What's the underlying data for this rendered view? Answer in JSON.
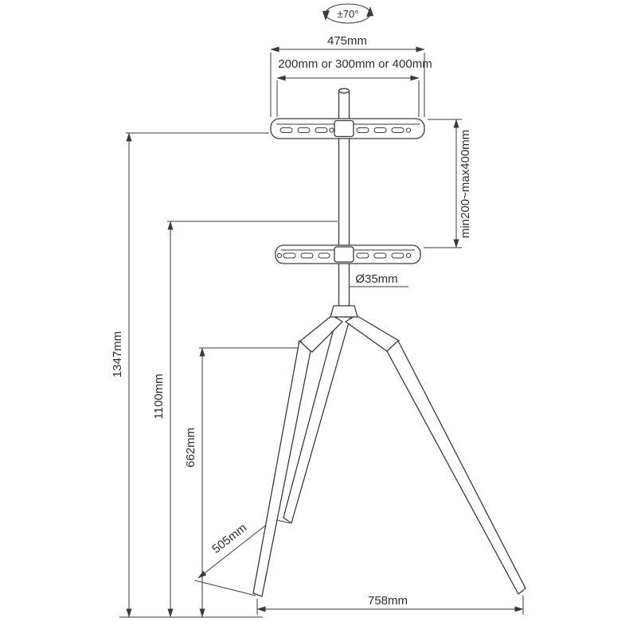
{
  "page": {
    "title": "Tripod easel TV floor stand dimension drawing",
    "background": "#ffffff",
    "line_color": "#3a3a3a"
  },
  "dimensions": {
    "swivel_angle": "±70°",
    "top_bracket_width": "475mm",
    "vesa_width_options": "200mm or 300mm or 400mm",
    "vertical_adjustment": "min200~max400mm",
    "pole_diameter": "Ø35mm",
    "overall_height": "1347mm",
    "pole_height": "1100mm",
    "hub_height": "662mm",
    "rear_leg_length": "505mm",
    "front_base_width": "758mm"
  }
}
